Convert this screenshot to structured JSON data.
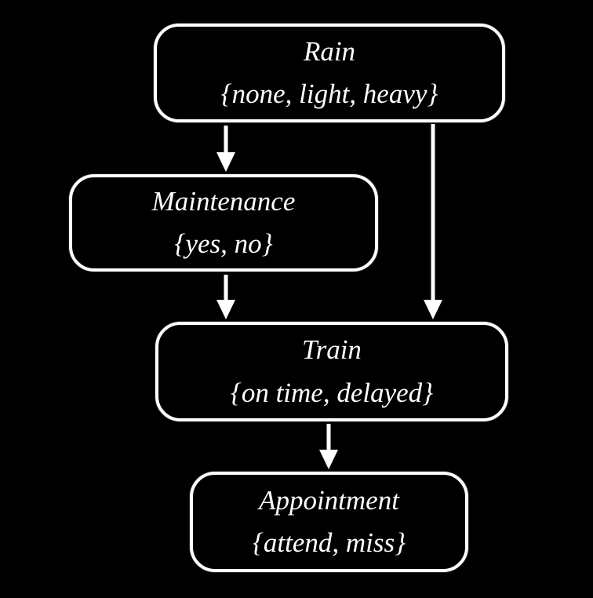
{
  "diagram": {
    "type": "bayesian-network",
    "background_color": "#000000",
    "node_border_color": "#ffffff",
    "text_color": "#ffffff",
    "nodes": [
      {
        "id": "rain",
        "label": "Rain",
        "values": "{none, light, heavy}"
      },
      {
        "id": "maintenance",
        "label": "Maintenance",
        "values": "{yes, no}"
      },
      {
        "id": "train",
        "label": "Train",
        "values": "{on time, delayed}"
      },
      {
        "id": "appointment",
        "label": "Appointment",
        "values": "{attend, miss}"
      }
    ],
    "edges": [
      {
        "from": "rain",
        "to": "maintenance"
      },
      {
        "from": "rain",
        "to": "train"
      },
      {
        "from": "maintenance",
        "to": "train"
      },
      {
        "from": "train",
        "to": "appointment"
      }
    ]
  }
}
